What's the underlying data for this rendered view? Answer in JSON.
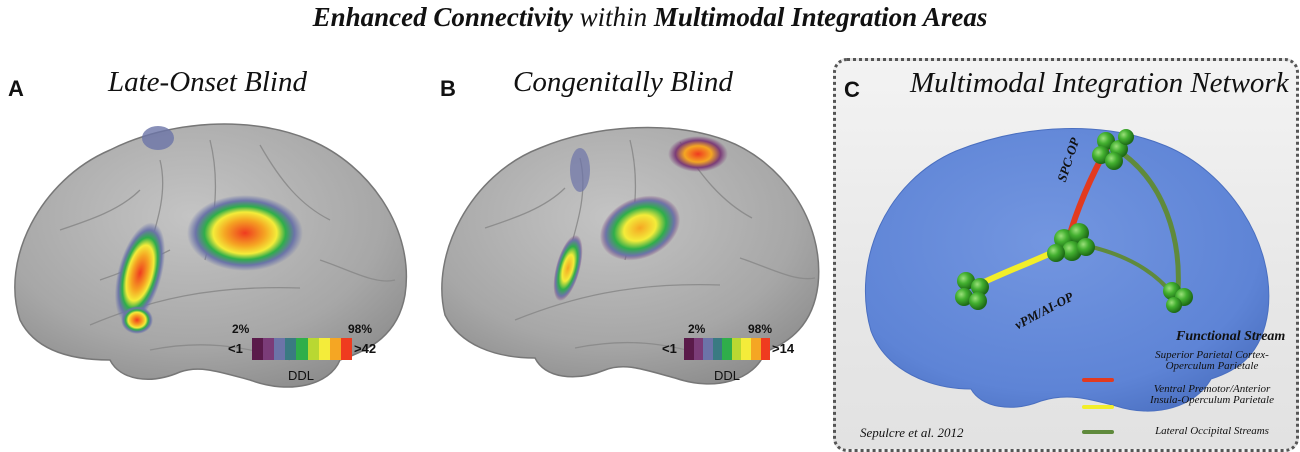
{
  "title": {
    "part1": "Enhanced Connectivity",
    "part2": " within ",
    "part3": "Multimodal Integration Areas"
  },
  "panels": [
    {
      "letter": "A",
      "title": "Late-Onset Blind",
      "scale": {
        "low_pct": "2%",
        "high_pct": "98%",
        "min": "<1",
        "max": ">42",
        "unit": "DDL"
      }
    },
    {
      "letter": "B",
      "title": "Congenitally Blind",
      "scale": {
        "low_pct": "2%",
        "high_pct": "98%",
        "min": "<1",
        "max": ">14",
        "unit": "DDL"
      }
    },
    {
      "letter": "C",
      "title": "Multimodal Integration Network",
      "labels": {
        "spc_op": "SPC-OP",
        "vpm_ai_op": "vPM/AI-OP"
      },
      "legend": {
        "title": "Functional Stream",
        "items": [
          {
            "line1": "Superior Parietal Cortex-",
            "line2": "Operculum Parietale",
            "color": "#e23a1f"
          },
          {
            "line1": "Ventral Premotor/Anterior",
            "line2": "Insula-Operculum Parietale",
            "color": "#f2ee2a"
          },
          {
            "line1": "Lateral Occipital Streams",
            "line2": "",
            "color": "#5f8a3c"
          }
        ]
      },
      "citation": "Sepulcre et al. 2012"
    }
  ],
  "colors": {
    "brain_gray": "#a9a9a9",
    "brain_blue": "#5e84d6",
    "node_green": "#43b030",
    "scale": [
      "#5a1a4a",
      "#7b3c78",
      "#6c74a8",
      "#3a7a82",
      "#2fae4a",
      "#b9d832",
      "#f4ec3a",
      "#f5a623",
      "#ef3b1f"
    ]
  }
}
